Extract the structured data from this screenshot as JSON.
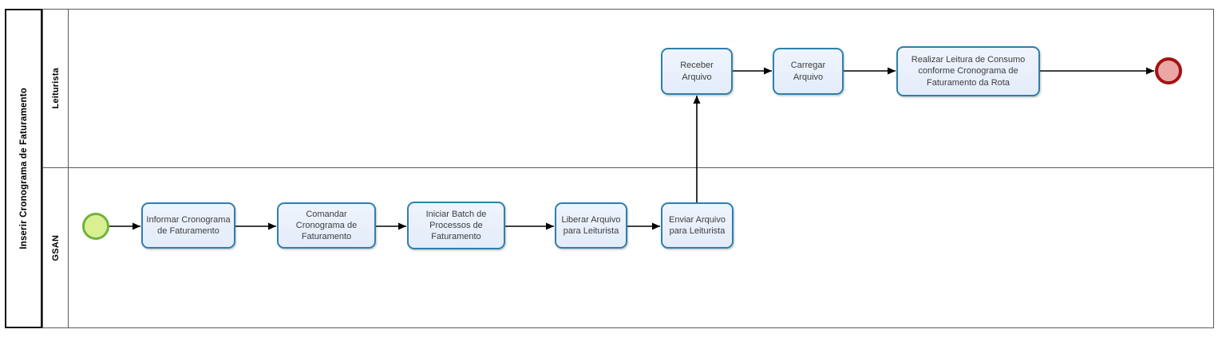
{
  "diagram": {
    "pool_title": "Inserir Cronograma de Faturamento",
    "lanes": [
      {
        "name": "Leiturista"
      },
      {
        "name": "GSAN"
      }
    ],
    "tasks": [
      {
        "id": "informar",
        "lane": "GSAN",
        "label": "Informar Cronograma\nde Faturamento"
      },
      {
        "id": "comandar",
        "lane": "GSAN",
        "label": "Comandar\nCronograma de\nFaturamento"
      },
      {
        "id": "iniciar-batch",
        "lane": "GSAN",
        "label": "Iniciar Batch de\nProcessos de\nFaturamento"
      },
      {
        "id": "liberar",
        "lane": "GSAN",
        "label": "Liberar Arquivo\npara Leiturista"
      },
      {
        "id": "enviar",
        "lane": "GSAN",
        "label": "Enviar Arquivo\npara Leiturista"
      },
      {
        "id": "receber",
        "lane": "Leiturista",
        "label": "Receber\nArquivo"
      },
      {
        "id": "carregar",
        "lane": "Leiturista",
        "label": "Carregar\nArquivo"
      },
      {
        "id": "realizar",
        "lane": "Leiturista",
        "label": "Realizar Leitura de Consumo\nconforme Cronograma de\nFaturamento da Rota"
      }
    ],
    "events": [
      {
        "id": "start",
        "type": "start-event",
        "lane": "GSAN"
      },
      {
        "id": "end",
        "type": "end-event",
        "lane": "Leiturista"
      }
    ],
    "flows": [
      {
        "from": "start",
        "to": "informar"
      },
      {
        "from": "informar",
        "to": "comandar"
      },
      {
        "from": "comandar",
        "to": "iniciar-batch"
      },
      {
        "from": "iniciar-batch",
        "to": "liberar"
      },
      {
        "from": "liberar",
        "to": "enviar"
      },
      {
        "from": "enviar",
        "to": "receber"
      },
      {
        "from": "receber",
        "to": "carregar"
      },
      {
        "from": "carregar",
        "to": "realizar"
      },
      {
        "from": "realizar",
        "to": "end"
      }
    ],
    "colors": {
      "task_border": "#2e7fae",
      "task_fill": "#e8eefb",
      "start_border": "#6fb33d",
      "start_fill": "#d9ef92",
      "end_border": "#a31212",
      "end_fill": "#eba6a6",
      "flow_line": "#000000",
      "lane_border": "#5a5a5a"
    }
  }
}
